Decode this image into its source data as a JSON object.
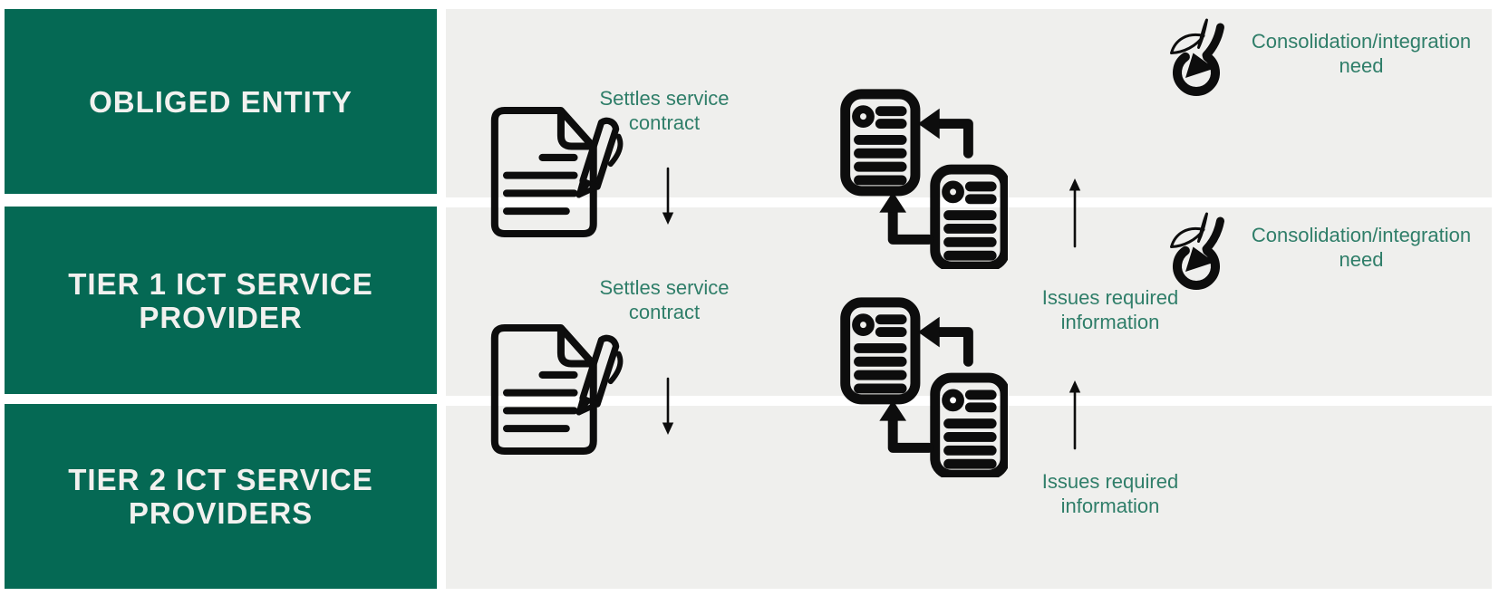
{
  "colors": {
    "box_green": "#056954",
    "row_gray": "#efefed",
    "annotation_green": "#2f7e69",
    "lane_text": "#f2f1ef",
    "icon_black": "#0d0d0d",
    "background": "#ffffff"
  },
  "lanes": [
    {
      "label": "OBLIGED ENTITY"
    },
    {
      "label": "TIER 1 ICT SERVICE\nPROVIDER"
    },
    {
      "label": "TIER 2 ICT SERVICE\nPROVIDERS"
    }
  ],
  "annotations": {
    "settles_service_contract": "Settles service\ncontract",
    "issues_required_information": "Issues required\ninformation",
    "consolidation_integration_need": "Consolidation/integration\nneed"
  },
  "icons": [
    "contract-signing-icon",
    "document-exchange-icon",
    "consolidation-target-icon",
    "down-arrow-icon",
    "up-arrow-icon"
  ]
}
